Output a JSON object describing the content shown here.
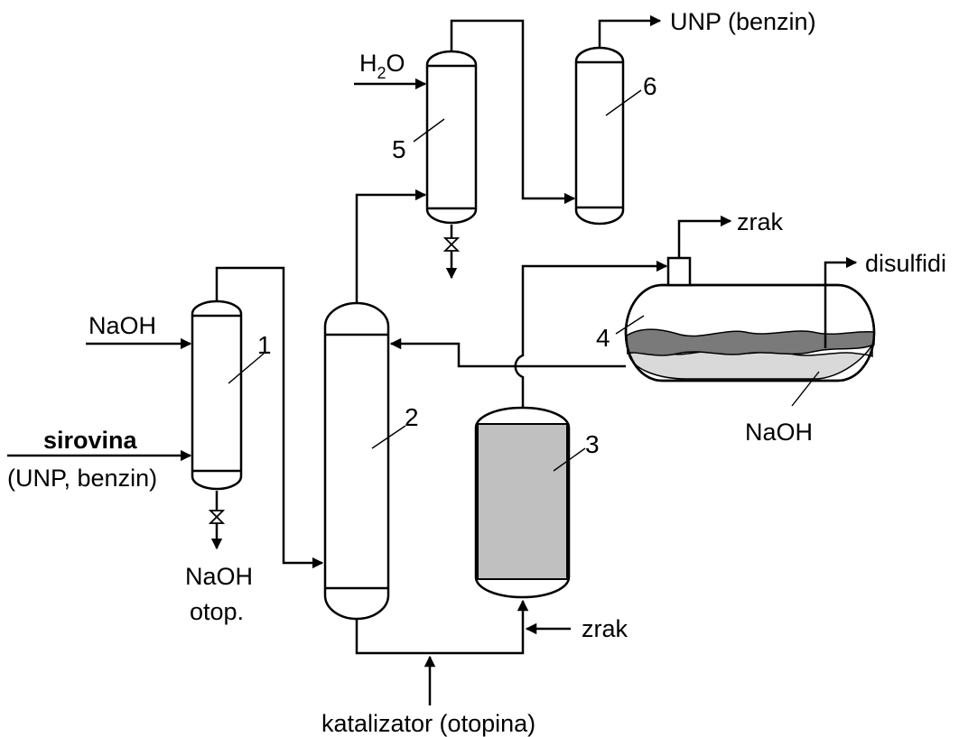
{
  "labels": {
    "naoh_in": "NaOH",
    "feed_bold": "sirovina",
    "feed_sub": "(UNP, benzin)",
    "naoh_out_1": "NaOH",
    "naoh_out_2": "otop.",
    "water_main": "H",
    "water_sub": "2",
    "water_end": "O",
    "product": "UNP (benzin)",
    "air_top": "zrak",
    "disulfides": "disulfidi",
    "naoh_tank": "NaOH",
    "air_bottom": "zrak",
    "catalyst": "katalizator (otopina)"
  },
  "numbers": {
    "v1": "1",
    "v2": "2",
    "v3": "3",
    "v4": "4",
    "v5": "5",
    "v6": "6"
  },
  "colors": {
    "packing_fill": "#c0c0c0",
    "caustic_dark": "#7a7a7a",
    "caustic_light": "#d9d9d9",
    "stroke": "#000000"
  }
}
